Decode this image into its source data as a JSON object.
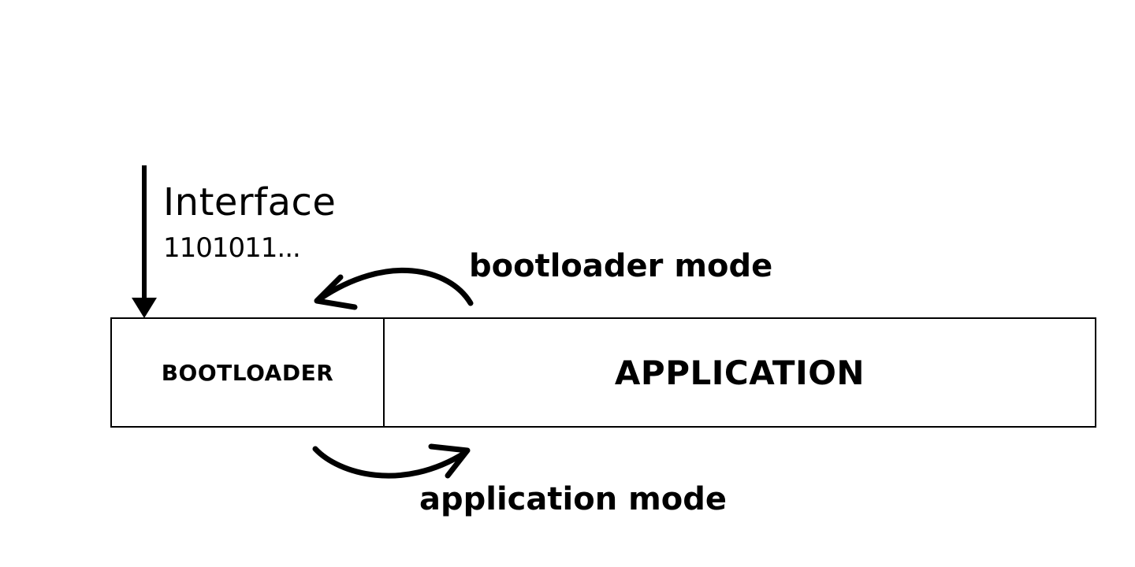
{
  "diagram": {
    "interface_label": "Interface",
    "interface_bits": "1101011...",
    "bootloader_mode_label": "bootloader mode",
    "application_mode_label": "application mode",
    "segments": {
      "bootloader": "BOOTLOADER",
      "application": "APPLICATION"
    },
    "colors": {
      "ink": "#000000",
      "background": "#ffffff"
    }
  }
}
